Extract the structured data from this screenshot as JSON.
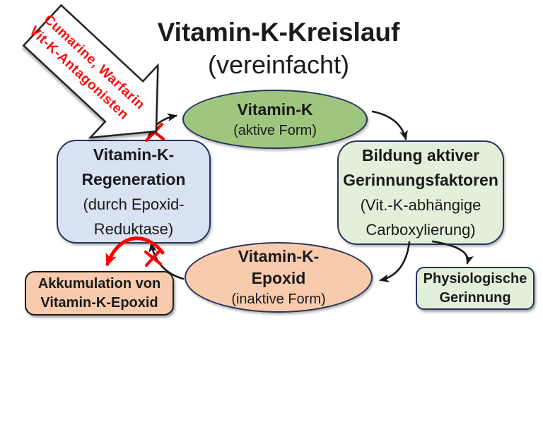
{
  "title": {
    "line1": "Vitamin-K-Kreislauf",
    "line2": "(vereinfacht)"
  },
  "inhibitor_arrow": {
    "line1": "Cumarine, Warfarin",
    "line2": "Vit-K-Antagonisten"
  },
  "nodes": {
    "vitamin_k": {
      "name": "Vitamin-K",
      "form": "(aktive Form)"
    },
    "regeneration": {
      "title_line1": "Vitamin-K-",
      "title_line2": "Regeneration",
      "sub_line1": "(durch Epoxid-",
      "sub_line2": "Reduktase)"
    },
    "gerinnungsfaktoren": {
      "title_line1": "Bildung aktiver",
      "title_line2": "Gerinnungsfaktoren",
      "sub_line1": "(Vit.-K-abhängige",
      "sub_line2": "Carboxylierung)"
    },
    "epoxid": {
      "name_line1": "Vitamin-K-",
      "name_line2": "Epoxid",
      "form": "(inaktive Form)"
    },
    "akkumulation": {
      "line1": "Akkumulation von",
      "line2": "Vitamin-K-Epoxid"
    },
    "physiologische": {
      "line1": "Physiologische",
      "line2": "Gerinnung"
    }
  },
  "colors": {
    "active_ellipse_fill": "#9EC67F",
    "inactive_ellipse_fill": "#F8CBAD",
    "regeneration_fill": "#D9E2F2",
    "factors_fill": "#E2EFDA",
    "akkumulation_fill": "#F8CBAD",
    "physiologische_fill": "#E2EFDA",
    "shape_border": "#26335C",
    "akkumulation_border": "#1A1A1A",
    "inhibitor_color": "#FF0000",
    "arrow_color": "#1A1A1A"
  }
}
